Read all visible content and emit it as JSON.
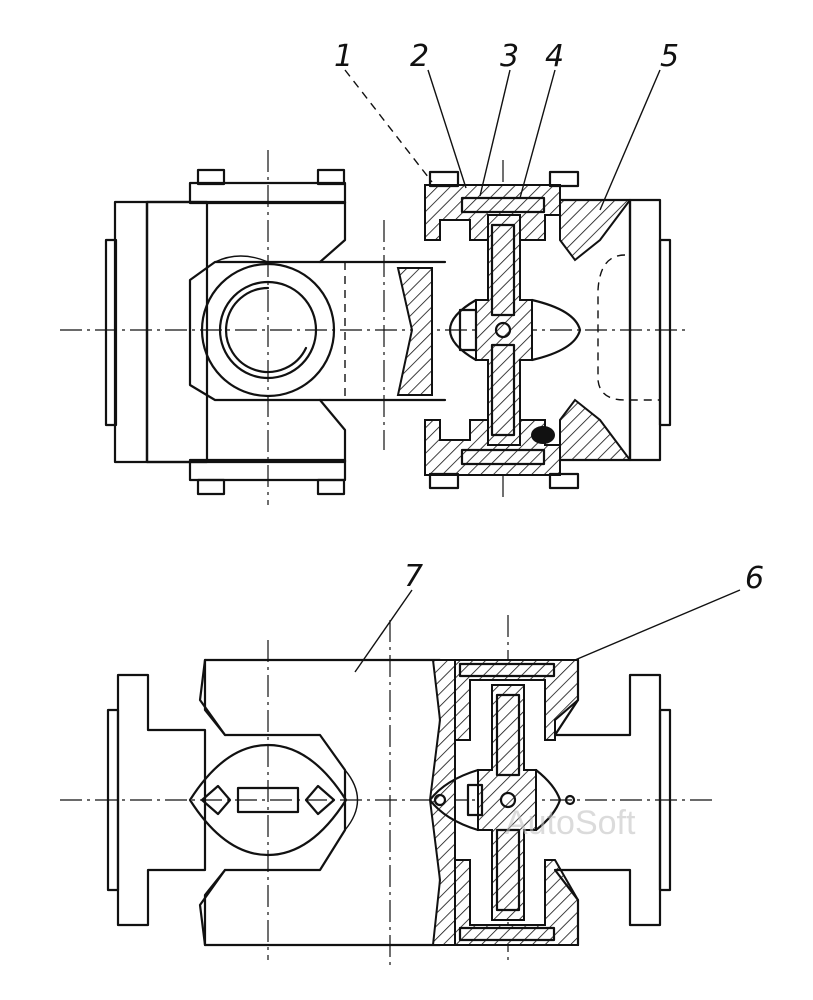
{
  "figure": {
    "callouts": [
      {
        "id": "c1",
        "label": "1"
      },
      {
        "id": "c2",
        "label": "2"
      },
      {
        "id": "c3",
        "label": "3"
      },
      {
        "id": "c4",
        "label": "4"
      },
      {
        "id": "c5",
        "label": "5"
      },
      {
        "id": "c6",
        "label": "6"
      },
      {
        "id": "c7",
        "label": "7"
      }
    ],
    "watermark": "AutoSoft"
  }
}
